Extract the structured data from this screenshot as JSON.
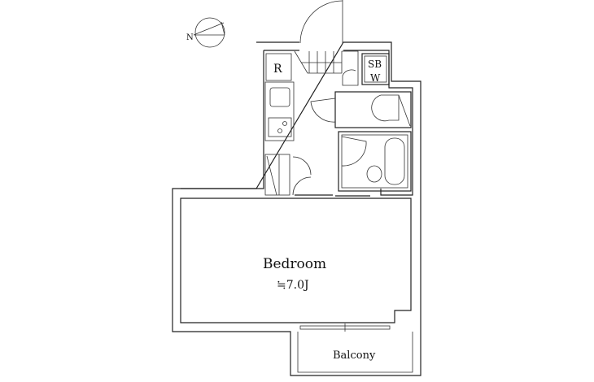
{
  "compass": {
    "label": "N"
  },
  "rooms": {
    "refrigerator": "R",
    "storage_top": "SB",
    "storage_bottom": "W",
    "bedroom": "Bedroom",
    "bedroom_size": "≒7.0J",
    "balcony": "Balcony"
  }
}
